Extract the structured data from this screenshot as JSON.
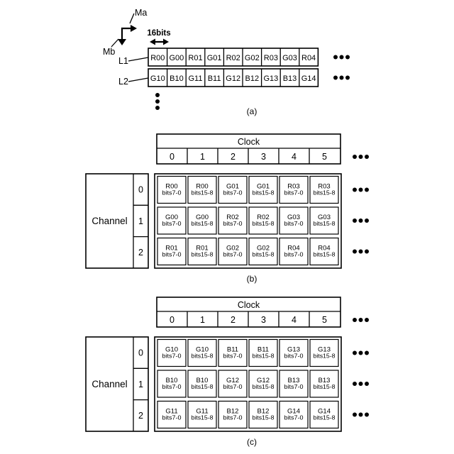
{
  "panel_a": {
    "caption": "(a)",
    "ma_label": "Ma",
    "mb_label": "Mb",
    "width_label": "16bits",
    "lines": [
      {
        "label": "L1",
        "cells": [
          "R00",
          "G00",
          "R01",
          "G01",
          "R02",
          "G02",
          "R03",
          "G03",
          "R04"
        ]
      },
      {
        "label": "L2",
        "cells": [
          "G10",
          "B10",
          "G11",
          "B11",
          "G12",
          "B12",
          "G13",
          "B13",
          "G14"
        ]
      }
    ]
  },
  "panel_b": {
    "caption": "(b)",
    "clock_label": "Clock",
    "clocks": [
      "0",
      "1",
      "2",
      "3",
      "4",
      "5"
    ],
    "channel_label": "Channel",
    "channels": [
      "0",
      "1",
      "2"
    ],
    "rows": [
      [
        {
          "pixel": "R00",
          "bits": "bits7-0"
        },
        {
          "pixel": "R00",
          "bits": "bits15-8"
        },
        {
          "pixel": "G01",
          "bits": "bits7-0"
        },
        {
          "pixel": "G01",
          "bits": "bits15-8"
        },
        {
          "pixel": "R03",
          "bits": "bits7-0"
        },
        {
          "pixel": "R03",
          "bits": "bits15-8"
        }
      ],
      [
        {
          "pixel": "G00",
          "bits": "bits7-0"
        },
        {
          "pixel": "G00",
          "bits": "bits15-8"
        },
        {
          "pixel": "R02",
          "bits": "bits7-0"
        },
        {
          "pixel": "R02",
          "bits": "bits15-8"
        },
        {
          "pixel": "G03",
          "bits": "bits7-0"
        },
        {
          "pixel": "G03",
          "bits": "bits15-8"
        }
      ],
      [
        {
          "pixel": "R01",
          "bits": "bits7-0"
        },
        {
          "pixel": "R01",
          "bits": "bits15-8"
        },
        {
          "pixel": "G02",
          "bits": "bits7-0"
        },
        {
          "pixel": "G02",
          "bits": "bits15-8"
        },
        {
          "pixel": "R04",
          "bits": "bits7-0"
        },
        {
          "pixel": "R04",
          "bits": "bits15-8"
        }
      ]
    ]
  },
  "panel_c": {
    "caption": "(c)",
    "clock_label": "Clock",
    "clocks": [
      "0",
      "1",
      "2",
      "3",
      "4",
      "5"
    ],
    "channel_label": "Channel",
    "channels": [
      "0",
      "1",
      "2"
    ],
    "rows": [
      [
        {
          "pixel": "G10",
          "bits": "bits7-0"
        },
        {
          "pixel": "G10",
          "bits": "bits15-8"
        },
        {
          "pixel": "B11",
          "bits": "bits7-0"
        },
        {
          "pixel": "B11",
          "bits": "bits15-8"
        },
        {
          "pixel": "G13",
          "bits": "bits7-0"
        },
        {
          "pixel": "G13",
          "bits": "bits15-8"
        }
      ],
      [
        {
          "pixel": "B10",
          "bits": "bits7-0"
        },
        {
          "pixel": "B10",
          "bits": "bits15-8"
        },
        {
          "pixel": "G12",
          "bits": "bits7-0"
        },
        {
          "pixel": "G12",
          "bits": "bits15-8"
        },
        {
          "pixel": "B13",
          "bits": "bits7-0"
        },
        {
          "pixel": "B13",
          "bits": "bits15-8"
        }
      ],
      [
        {
          "pixel": "G11",
          "bits": "bits7-0"
        },
        {
          "pixel": "G11",
          "bits": "bits15-8"
        },
        {
          "pixel": "B12",
          "bits": "bits7-0"
        },
        {
          "pixel": "B12",
          "bits": "bits15-8"
        },
        {
          "pixel": "G14",
          "bits": "bits7-0"
        },
        {
          "pixel": "G14",
          "bits": "bits15-8"
        }
      ]
    ]
  }
}
